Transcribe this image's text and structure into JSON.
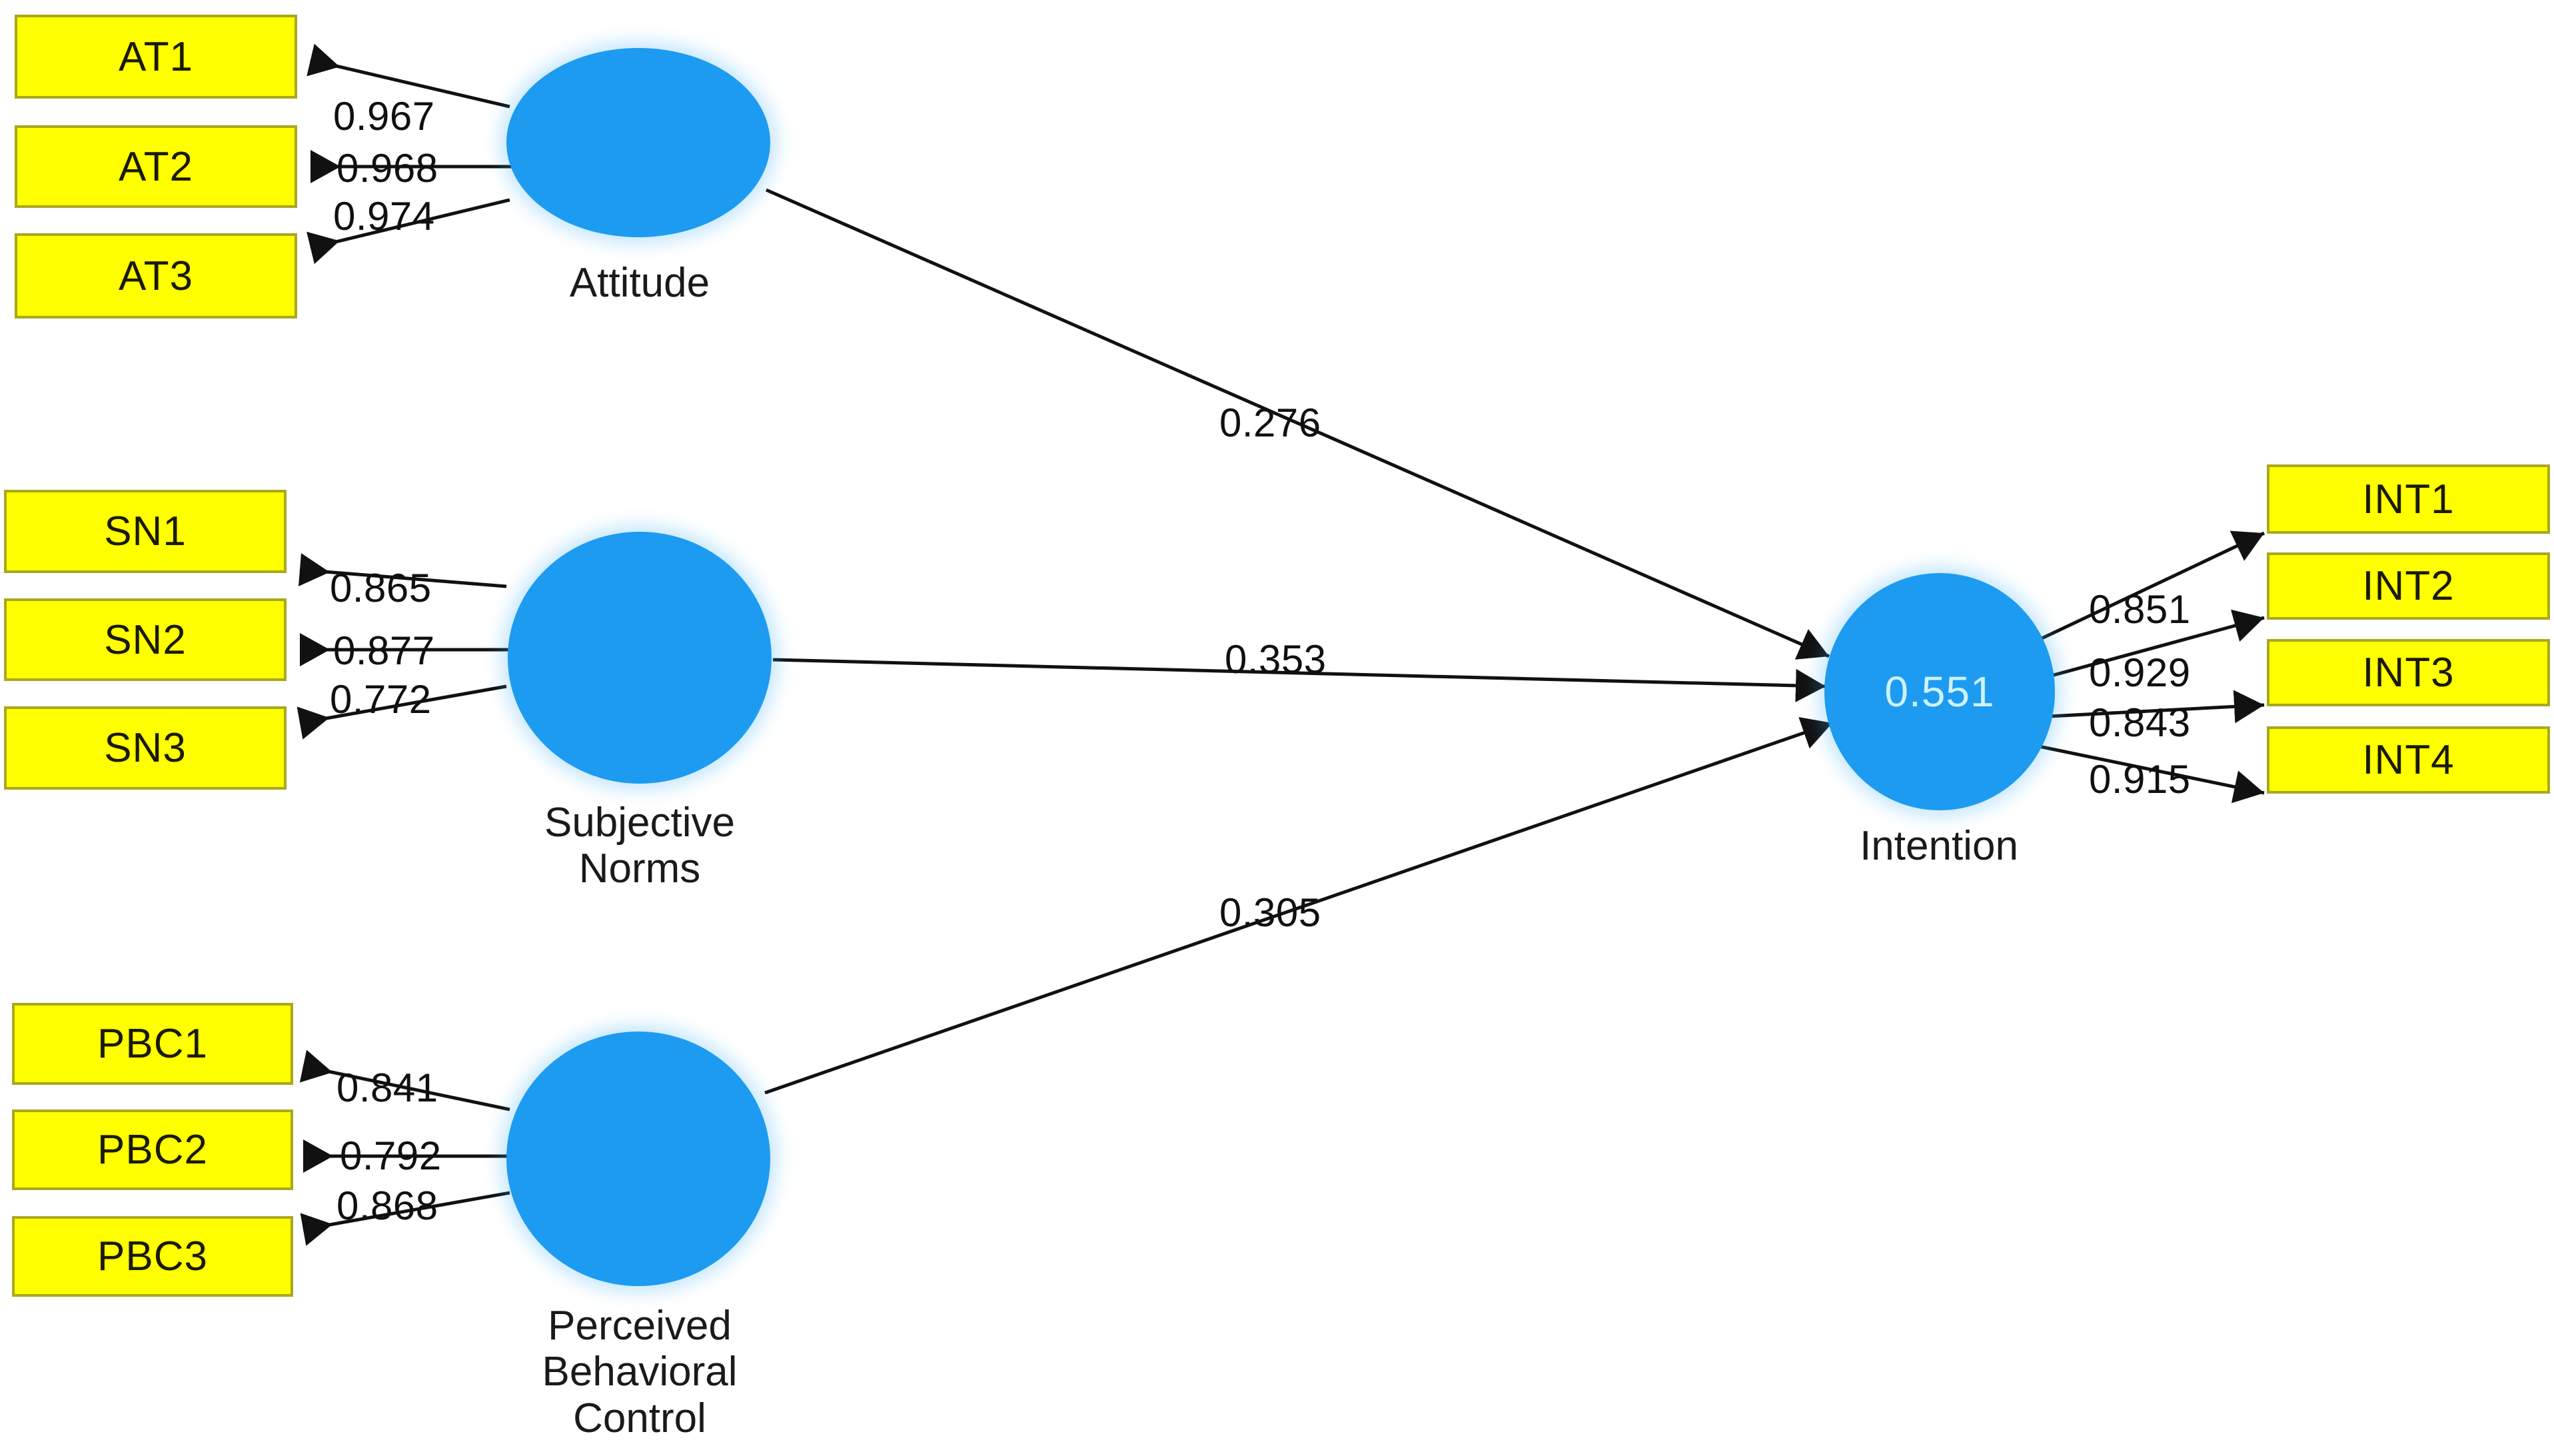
{
  "diagram": {
    "type": "sem-path-diagram",
    "title": "Theory of Planned Behavior structural model",
    "colors": {
      "indicator_fill": "#ffff00",
      "indicator_border": "#a9a81f",
      "construct_fill": "#1d9bf0",
      "r2_text": "#cdf2ff",
      "edge": "#111111",
      "background": "#ffffff"
    }
  },
  "constructs": [
    {
      "id": "attitude",
      "label": "Attitude"
    },
    {
      "id": "sn",
      "label": "Subjective\nNorms"
    },
    {
      "id": "pbc",
      "label": "Perceived\nBehavioral\nControl"
    },
    {
      "id": "intention",
      "label": "Intention",
      "r2": "0.551"
    }
  ],
  "indicators": {
    "attitude": [
      {
        "label": "AT1"
      },
      {
        "label": "AT2"
      },
      {
        "label": "AT3"
      }
    ],
    "sn": [
      {
        "label": "SN1"
      },
      {
        "label": "SN2"
      },
      {
        "label": "SN3"
      }
    ],
    "pbc": [
      {
        "label": "PBC1"
      },
      {
        "label": "PBC2"
      },
      {
        "label": "PBC3"
      }
    ],
    "intention": [
      {
        "label": "INT1"
      },
      {
        "label": "INT2"
      },
      {
        "label": "INT3"
      },
      {
        "label": "INT4"
      }
    ]
  },
  "loadings": {
    "attitude": [
      "0.967",
      "0.968",
      "0.974"
    ],
    "sn": [
      "0.865",
      "0.877",
      "0.772"
    ],
    "pbc": [
      "0.841",
      "0.792",
      "0.868"
    ],
    "intention": [
      "0.851",
      "0.929",
      "0.843",
      "0.915"
    ]
  },
  "paths": [
    {
      "from": "attitude",
      "to": "intention",
      "coefficient": "0.276"
    },
    {
      "from": "sn",
      "to": "intention",
      "coefficient": "0.353"
    },
    {
      "from": "pbc",
      "to": "intention",
      "coefficient": "0.305"
    }
  ],
  "chart_data": {
    "type": "diagram",
    "title": "Theory of Planned Behavior structural model",
    "nodes": [
      {
        "id": "Attitude",
        "kind": "latent",
        "r2": null
      },
      {
        "id": "Subjective Norms",
        "kind": "latent",
        "r2": null
      },
      {
        "id": "Perceived Behavioral Control",
        "kind": "latent",
        "r2": null
      },
      {
        "id": "Intention",
        "kind": "latent",
        "r2": 0.551
      },
      {
        "id": "AT1",
        "kind": "indicator"
      },
      {
        "id": "AT2",
        "kind": "indicator"
      },
      {
        "id": "AT3",
        "kind": "indicator"
      },
      {
        "id": "SN1",
        "kind": "indicator"
      },
      {
        "id": "SN2",
        "kind": "indicator"
      },
      {
        "id": "SN3",
        "kind": "indicator"
      },
      {
        "id": "PBC1",
        "kind": "indicator"
      },
      {
        "id": "PBC2",
        "kind": "indicator"
      },
      {
        "id": "PBC3",
        "kind": "indicator"
      },
      {
        "id": "INT1",
        "kind": "indicator"
      },
      {
        "id": "INT2",
        "kind": "indicator"
      },
      {
        "id": "INT3",
        "kind": "indicator"
      },
      {
        "id": "INT4",
        "kind": "indicator"
      }
    ],
    "edges": [
      {
        "from": "Attitude",
        "to": "AT1",
        "value": 0.967,
        "kind": "loading"
      },
      {
        "from": "Attitude",
        "to": "AT2",
        "value": 0.968,
        "kind": "loading"
      },
      {
        "from": "Attitude",
        "to": "AT3",
        "value": 0.974,
        "kind": "loading"
      },
      {
        "from": "Subjective Norms",
        "to": "SN1",
        "value": 0.865,
        "kind": "loading"
      },
      {
        "from": "Subjective Norms",
        "to": "SN2",
        "value": 0.877,
        "kind": "loading"
      },
      {
        "from": "Subjective Norms",
        "to": "SN3",
        "value": 0.772,
        "kind": "loading"
      },
      {
        "from": "Perceived Behavioral Control",
        "to": "PBC1",
        "value": 0.841,
        "kind": "loading"
      },
      {
        "from": "Perceived Behavioral Control",
        "to": "PBC2",
        "value": 0.792,
        "kind": "loading"
      },
      {
        "from": "Perceived Behavioral Control",
        "to": "PBC3",
        "value": 0.868,
        "kind": "loading"
      },
      {
        "from": "Intention",
        "to": "INT1",
        "value": 0.851,
        "kind": "loading"
      },
      {
        "from": "Intention",
        "to": "INT2",
        "value": 0.929,
        "kind": "loading"
      },
      {
        "from": "Intention",
        "to": "INT3",
        "value": 0.843,
        "kind": "loading"
      },
      {
        "from": "Intention",
        "to": "INT4",
        "value": 0.915,
        "kind": "loading"
      },
      {
        "from": "Attitude",
        "to": "Intention",
        "value": 0.276,
        "kind": "path"
      },
      {
        "from": "Subjective Norms",
        "to": "Intention",
        "value": 0.353,
        "kind": "path"
      },
      {
        "from": "Perceived Behavioral Control",
        "to": "Intention",
        "value": 0.305,
        "kind": "path"
      }
    ]
  }
}
